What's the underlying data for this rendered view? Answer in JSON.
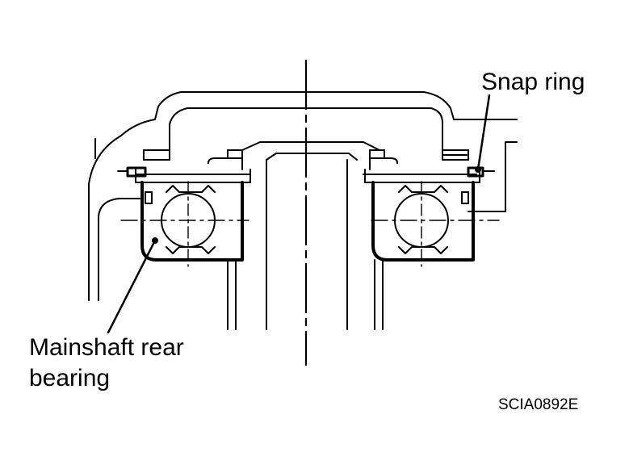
{
  "labels": {
    "snap_ring": "Snap ring",
    "mainshaft_rear_bearing_line1": "Mainshaft rear",
    "mainshaft_rear_bearing_line2": "bearing",
    "figure_code": "SCIA0892E"
  },
  "colors": {
    "line": "#000000",
    "background": "#ffffff"
  }
}
